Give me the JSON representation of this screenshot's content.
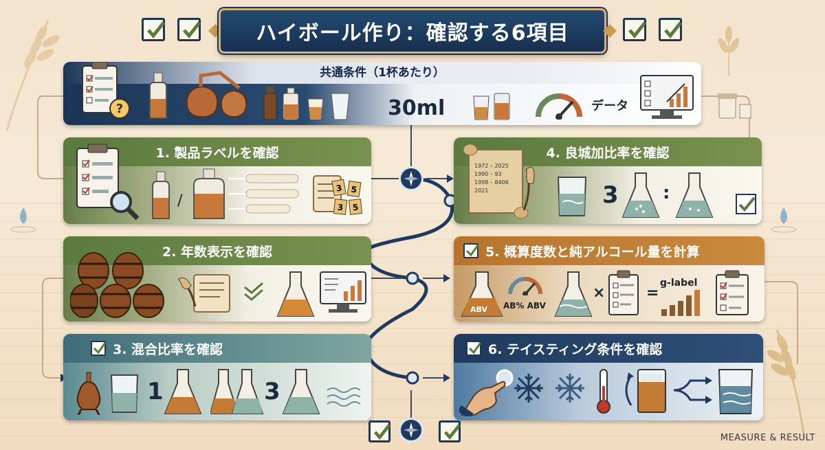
{
  "title": "ハイボール作り：確認する6項目",
  "common": {
    "heading": "共通条件（1杯あたり）",
    "amount": "30ml",
    "data_label": "データ"
  },
  "steps": [
    {
      "label": "1. 製品ラベルを確認"
    },
    {
      "label": "2. 年数表示を確認"
    },
    {
      "label": "3. 混合比率を確認",
      "ratio_left": "1",
      "ratio_right": "3"
    },
    {
      "label": "4. 良城加比率を確認",
      "ratio_left": "3",
      "ratio_sep": ":",
      "years": [
        "1972 – 2025",
        "1990 –    93",
        "1998 – 8406",
        "2021"
      ]
    },
    {
      "label": "5. 概算度数と純アルコール量を計算",
      "abv1": "ABV",
      "abv2": "AB% ABV",
      "times": "×",
      "equals": "=",
      "glabel": "g-label"
    },
    {
      "label": "6. テイスティング条件を確認"
    }
  ],
  "label_card_numbers": [
    "3",
    "5",
    "3",
    "5"
  ],
  "footer": "MEASURE & RESULT",
  "colors": {
    "navy": "#1f3a5e",
    "green": "#5b7a3e",
    "orange": "#b8742e",
    "gold": "#d8b073"
  }
}
